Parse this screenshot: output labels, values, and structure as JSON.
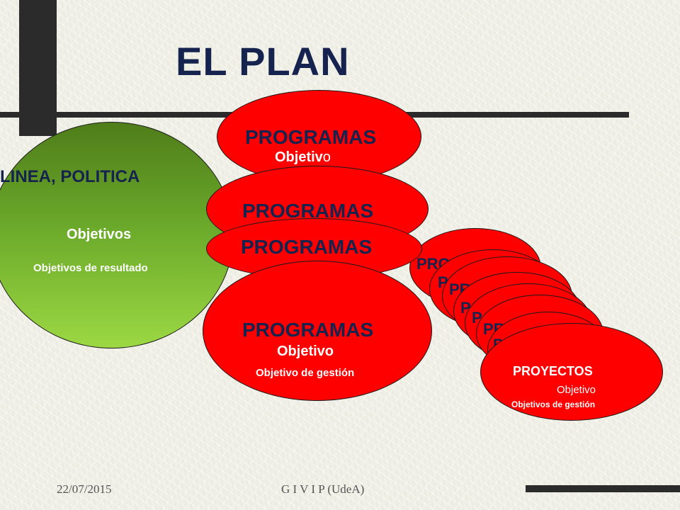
{
  "title": "EL PLAN",
  "linea": {
    "title": "LINEA, POLITICA",
    "objetivos": "Objetivos",
    "objetivos_resultado": "Objetivos de resultado"
  },
  "programas": [
    {
      "label": "PROGRAMAS",
      "objetivo": "Objetiv",
      "objetivo_tail": "o"
    },
    {
      "label": "PROGRAMAS"
    },
    {
      "label": "PROGRAMAS"
    },
    {
      "label": "PROGRAMAS",
      "objetivo": "Objetivo",
      "objetivo_gestion": "Objetivo de gestión"
    }
  ],
  "proyectos": {
    "stubs": [
      "PRO",
      "P",
      "PR",
      "P",
      "P",
      "PR",
      "P"
    ],
    "front": {
      "label": "PROYECTOS",
      "objetivo": "Objetivo",
      "objetivos_gestion": "Objetivos de gestión"
    }
  },
  "footer": {
    "date": "22/07/2015",
    "org": "G I V I P (UdeA)"
  },
  "colors": {
    "title": "#16234e",
    "ellipse_red": "#ff0000",
    "ellipse_green_top": "#4f7d1a",
    "ellipse_green_bottom": "#9cd843"
  }
}
